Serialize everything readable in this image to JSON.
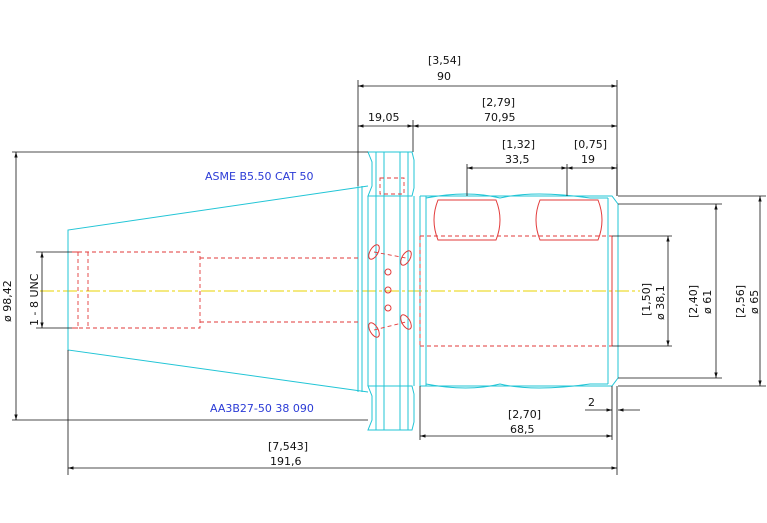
{
  "labels": {
    "spec": "ASME B5.50 CAT 50",
    "part_no": "AA3B27-50 38 090",
    "thread": "1 - 8 UNC",
    "flange_dia": "ø 98,42"
  },
  "dimensions": {
    "overall_len_in": "[7,543]",
    "overall_len_mm": "191,6",
    "gauge_len_in": "[3,54]",
    "gauge_len_mm": "90",
    "flange_w_mm": "19,05",
    "body_len_in": "[2,79]",
    "body_len_mm": "70,95",
    "groove_pos_in": "[1,32]",
    "groove_pos_mm": "33,5",
    "groove_w_in": "[0,75]",
    "groove_w_mm": "19",
    "bore_len_in": "[2,70]",
    "bore_len_mm": "68,5",
    "chamfer_mm": "2",
    "bore_dia_in": "[1,50]",
    "bore_dia_mm": "ø 38,1",
    "body_dia_in": "[2,40]",
    "body_dia_mm": "ø 61",
    "nose_dia_in": "[2,56]",
    "nose_dia_mm": "ø 65"
  }
}
